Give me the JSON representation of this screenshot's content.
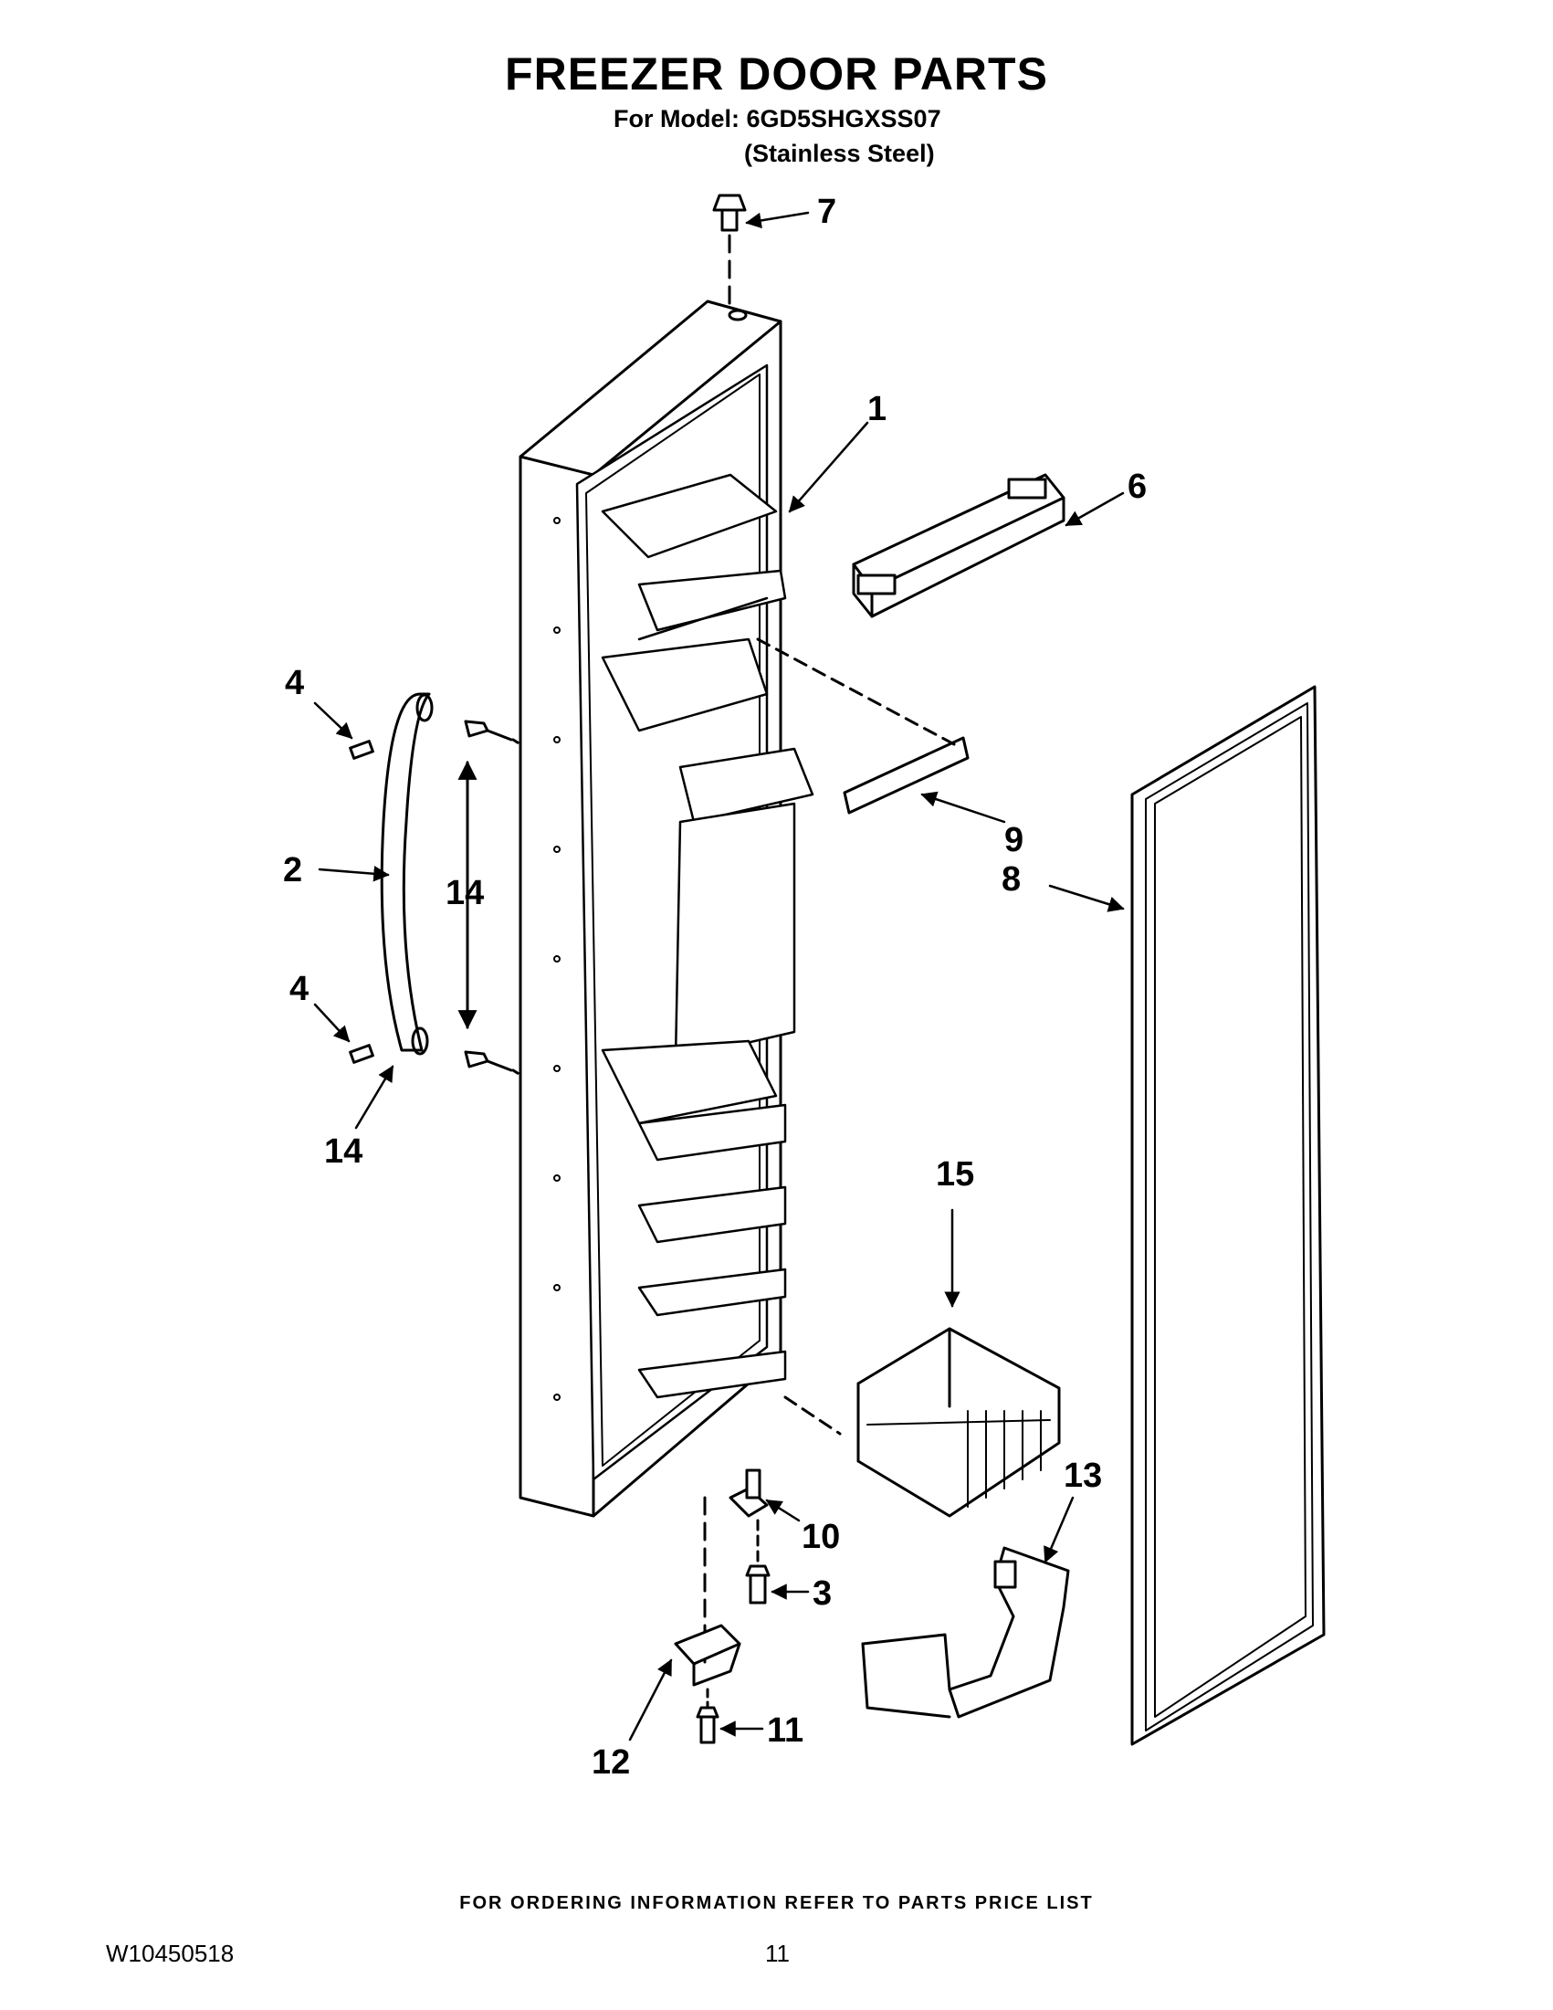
{
  "header": {
    "title": "FREEZER DOOR PARTS",
    "model_line": "For Model: 6GD5SHGXSS07",
    "finish_line": "(Stainless Steel)"
  },
  "callouts": {
    "p1": "1",
    "p2": "2",
    "p3": "3",
    "p4a": "4",
    "p4b": "4",
    "p6": "6",
    "p7": "7",
    "p8": "8",
    "p9": "9",
    "p10": "10",
    "p11": "11",
    "p12": "12",
    "p13": "13",
    "p14a": "14",
    "p14b": "14",
    "p15": "15"
  },
  "footer": {
    "ordering_note": "FOR ORDERING INFORMATION REFER TO PARTS PRICE LIST",
    "document_number": "W10450518",
    "page_number": "11"
  }
}
